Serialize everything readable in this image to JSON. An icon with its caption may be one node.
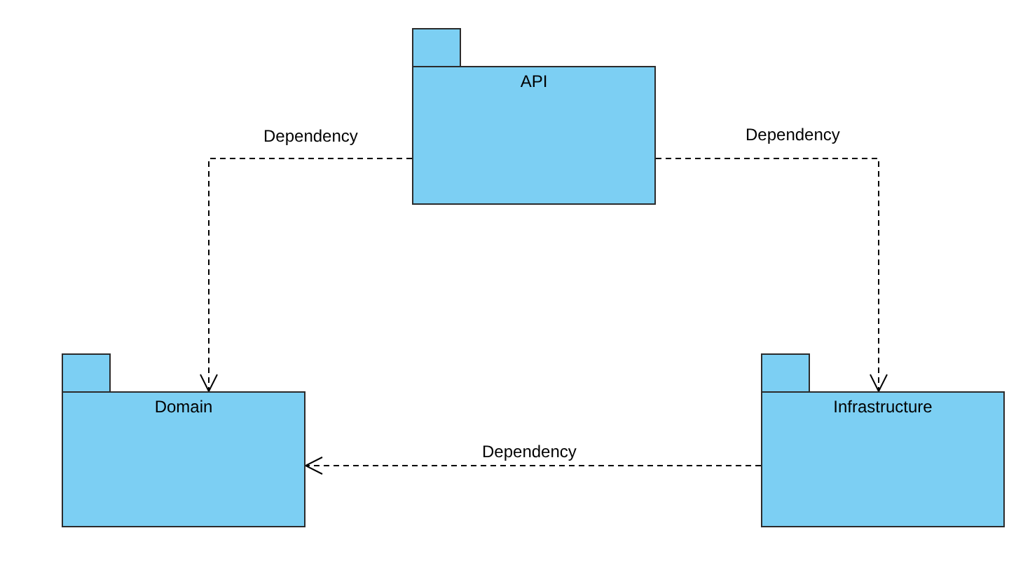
{
  "diagram": {
    "nodes": [
      {
        "text": [
          "API"
        ]
      },
      {
        "text": [
          "Domain"
        ]
      },
      {
        "text": [
          "Infrastructure"
        ]
      }
    ],
    "edges": [
      {
        "from": 0,
        "to": 1,
        "arrow": "to",
        "label": "Dependency",
        "style": "dashed"
      },
      {
        "from": 0,
        "to": 2,
        "arrow": "to",
        "label": "Dependency",
        "style": "dashed"
      },
      {
        "from": 2,
        "to": 1,
        "arrow": "to",
        "label": "Dependency",
        "style": "dashed"
      }
    ]
  }
}
